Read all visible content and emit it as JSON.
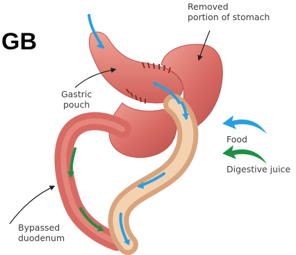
{
  "title": "GB",
  "labels": {
    "removed_line1": "Removed",
    "removed_line2": "portion of stomach",
    "gastric_line1": "Gastric",
    "gastric_line2": "pouch",
    "bypassed_line1": "Bypassed",
    "bypassed_line2": "duodenum",
    "food": "Food",
    "digestive": "Digestive juice"
  },
  "legend": [
    {
      "label_key": "food",
      "color": "#2a9fdf"
    },
    {
      "label_key": "digestive",
      "color": "#1e8f46"
    }
  ],
  "colors": {
    "stomach": "#d86a64",
    "stomach_highlight": "#ef9a8e",
    "stomach_shadow": "#b9504b",
    "intestine_beige": "#ecc29e",
    "intestine_shadow": "#d9a47c",
    "food_arrow": "#2a9fdf",
    "juice_arrow": "#1e8f46",
    "staple": "#8a2a2a"
  },
  "icons": [
    "food-arrow-icon",
    "digestive-juice-arrow-icon",
    "pointer-arrow-icon"
  ]
}
